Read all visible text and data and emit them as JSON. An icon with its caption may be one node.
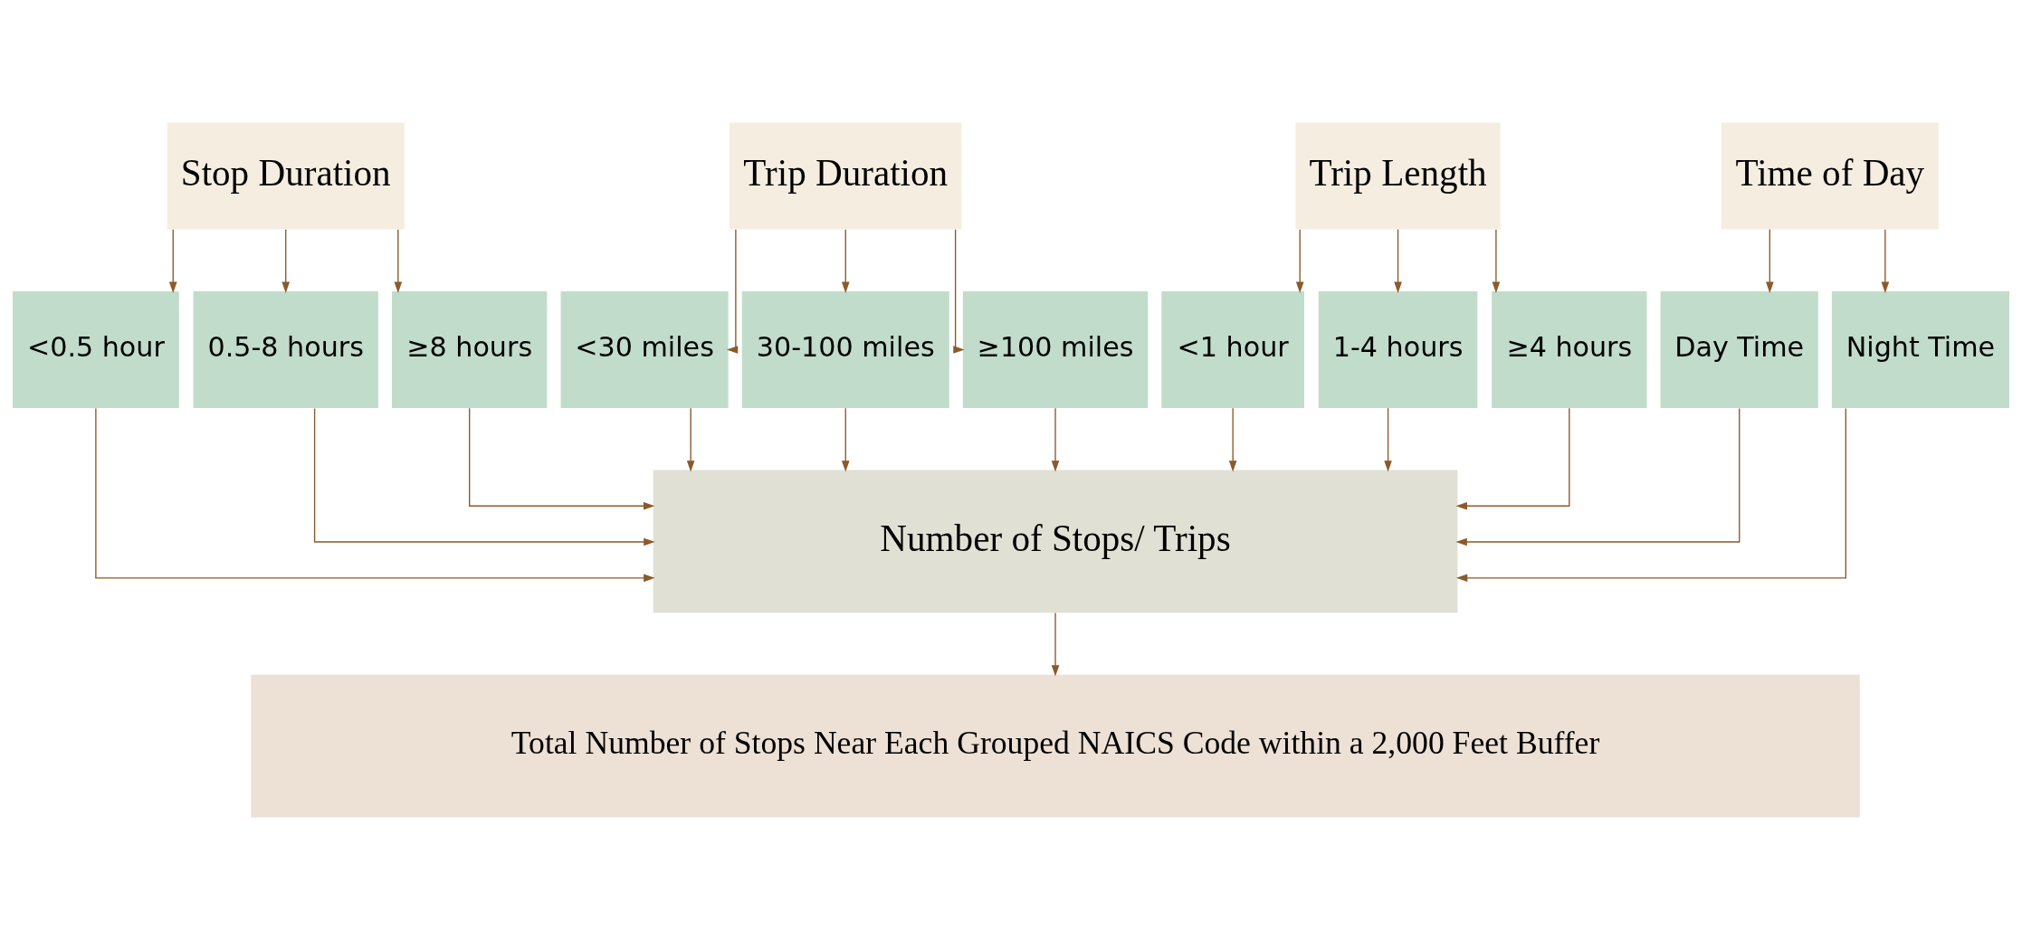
{
  "diagram": {
    "nodes": [
      {
        "text": [
          "Stop Duration"
        ]
      },
      {
        "text": [
          "Trip Duration"
        ]
      },
      {
        "text": [
          "Trip Length"
        ]
      },
      {
        "text": [
          "Time of Day"
        ]
      },
      {
        "text": [
          "<0.5 hour"
        ]
      },
      {
        "text": [
          "0.5-8 hours"
        ]
      },
      {
        "text": [
          "≥8 hours"
        ]
      },
      {
        "text": [
          "<30 miles"
        ]
      },
      {
        "text": [
          "30-100 miles"
        ]
      },
      {
        "text": [
          "≥100 miles"
        ]
      },
      {
        "text": [
          "<1 hour"
        ]
      },
      {
        "text": [
          "1-4 hours"
        ]
      },
      {
        "text": [
          "≥4 hours"
        ]
      },
      {
        "text": [
          "Day Time"
        ]
      },
      {
        "text": [
          "Night Time"
        ]
      },
      {
        "text": [
          "Number of Stops/ Trips"
        ]
      },
      {
        "text": [
          "Total Number of Stops Near Each Grouped NAICS Code within a 2,000 Feet Buffer"
        ]
      }
    ],
    "edges": [
      {
        "from": 0,
        "to": 4,
        "arrow": "to"
      },
      {
        "from": 0,
        "to": 5,
        "arrow": "to"
      },
      {
        "from": 0,
        "to": 6,
        "arrow": "to"
      },
      {
        "from": 1,
        "to": 7,
        "arrow": "to"
      },
      {
        "from": 1,
        "to": 8,
        "arrow": "to"
      },
      {
        "from": 1,
        "to": 9,
        "arrow": "to"
      },
      {
        "from": 2,
        "to": 10,
        "arrow": "to"
      },
      {
        "from": 2,
        "to": 11,
        "arrow": "to"
      },
      {
        "from": 2,
        "to": 12,
        "arrow": "to"
      },
      {
        "from": 3,
        "to": 13,
        "arrow": "to"
      },
      {
        "from": 3,
        "to": 14,
        "arrow": "to"
      },
      {
        "from": 4,
        "to": 15,
        "arrow": "to"
      },
      {
        "from": 5,
        "to": 15,
        "arrow": "to"
      },
      {
        "from": 6,
        "to": 15,
        "arrow": "to"
      },
      {
        "from": 7,
        "to": 15,
        "arrow": "to"
      },
      {
        "from": 8,
        "to": 15,
        "arrow": "to"
      },
      {
        "from": 9,
        "to": 15,
        "arrow": "to"
      },
      {
        "from": 10,
        "to": 15,
        "arrow": "to"
      },
      {
        "from": 11,
        "to": 15,
        "arrow": "to"
      },
      {
        "from": 12,
        "to": 15,
        "arrow": "to"
      },
      {
        "from": 13,
        "to": 15,
        "arrow": "to"
      },
      {
        "from": 14,
        "to": 15,
        "arrow": "to"
      },
      {
        "from": 15,
        "to": 16,
        "arrow": "to"
      }
    ]
  }
}
